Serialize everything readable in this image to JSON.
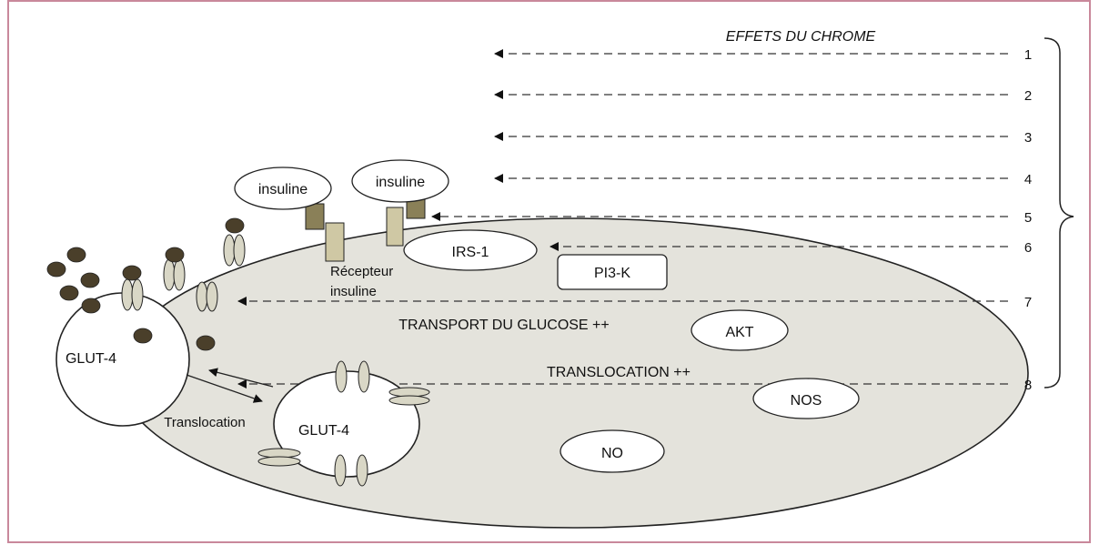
{
  "title": "EFFETS DU CHROME",
  "numbers": [
    "1",
    "2",
    "3",
    "4",
    "5",
    "6",
    "7",
    "8"
  ],
  "labels": {
    "insulin_1": "insuline",
    "insulin_2": "insuline",
    "receptor_line1": "Récepteur",
    "receptor_line2": "insuline",
    "irs1": "IRS-1",
    "pi3k": "PI3-K",
    "glucose_transport": "TRANSPORT DU GLUCOSE ++",
    "akt": "AKT",
    "translocation_effect": "TRANSLOCATION ++",
    "nos": "NOS",
    "no": "NO",
    "glut4_outer": "GLUT-4",
    "glut4_inner": "GLUT-4",
    "translocation": "Translocation"
  },
  "colors": {
    "border": "#c9889b",
    "cell_fill": "#e4e3dc",
    "glucose": "#4a3f2a",
    "receptor_dark": "#8a8058",
    "receptor_light": "#cfc8a4",
    "transporter": "#d9d7c6",
    "line": "#222222"
  }
}
